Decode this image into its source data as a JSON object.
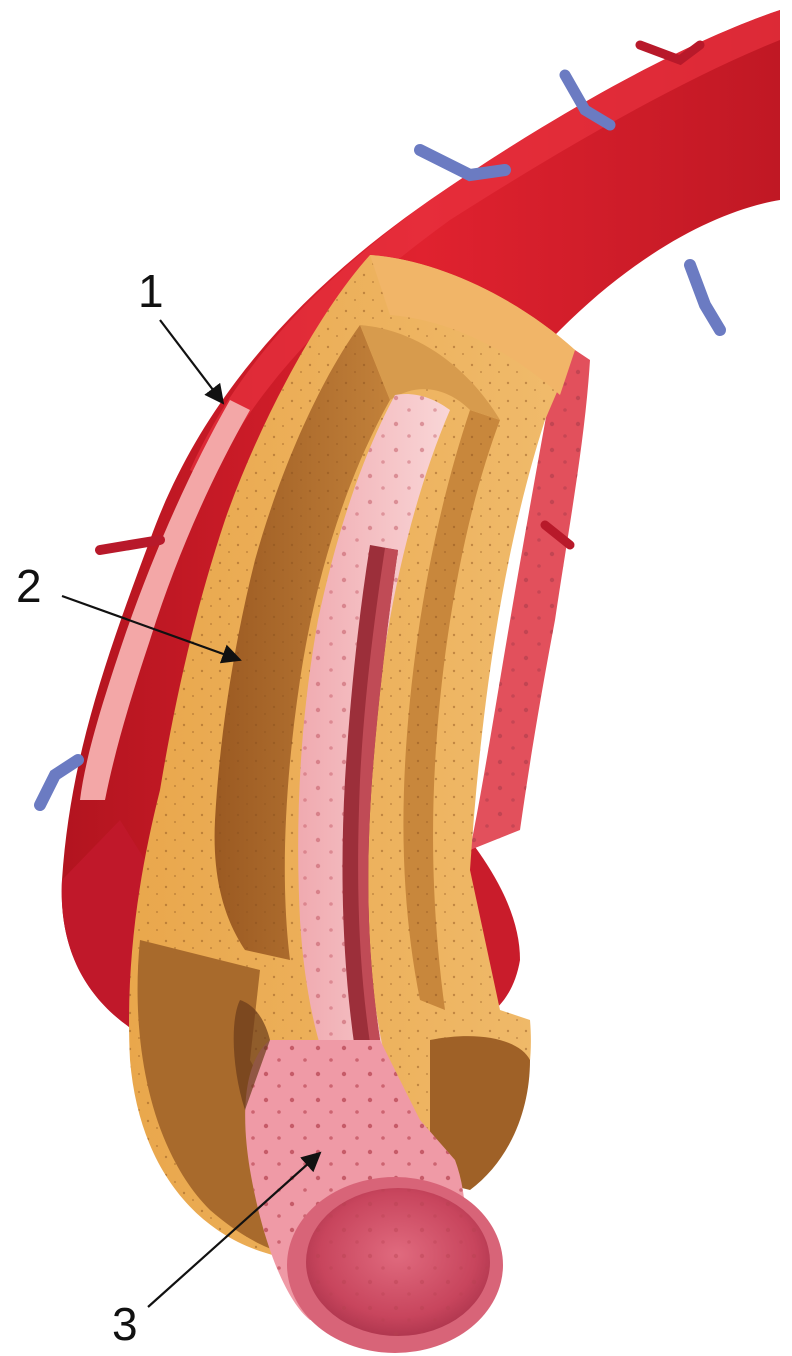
{
  "callouts": [
    {
      "id": "1",
      "label": "1"
    },
    {
      "id": "2",
      "label": "2"
    },
    {
      "id": "3",
      "label": "3"
    }
  ],
  "colors": {
    "outer_red": "#d81e2c",
    "outer_red_dark": "#a5121f",
    "outer_red_light": "#ef5a5e",
    "layer_pink_edge": "#f4a6a6",
    "tan_outer": "#e8a64a",
    "tan_light": "#f2c27a",
    "brown_mid": "#b8752e",
    "brown_dark": "#8a4f1c",
    "inner_pink": "#f3b7bb",
    "inner_pink_light": "#f8d3d4",
    "core_red": "#a83a44",
    "vessel_blue": "#6b7bc2",
    "background": "#ffffff",
    "label_text": "#111111"
  },
  "icons": {
    "arrowhead": "arrowhead-icon"
  }
}
